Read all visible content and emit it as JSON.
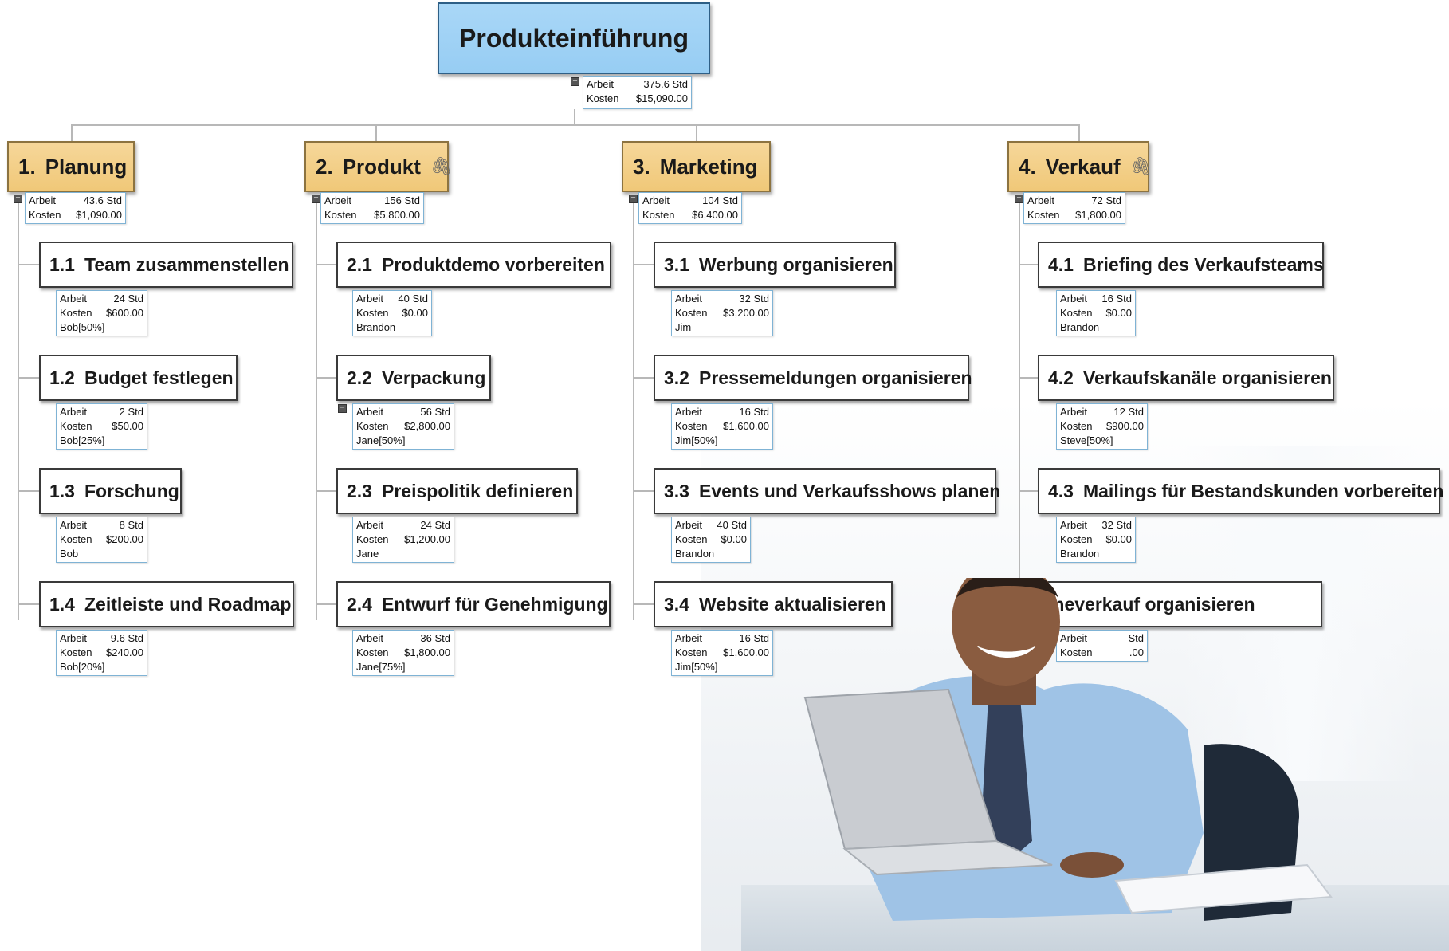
{
  "labels": {
    "work": "Arbeit",
    "cost": "Kosten"
  },
  "collapse_glyph": "−",
  "attachment_glyph": "🖇",
  "root": {
    "title": "Produkteinführung",
    "work": "375.6 Std",
    "cost": "$15,090.00"
  },
  "phases": [
    {
      "num": "1.",
      "title": "Planung",
      "attachment": false,
      "work": "43.6 Std",
      "cost": "$1,090.00",
      "tasks": [
        {
          "num": "1.1",
          "title": "Team zusammenstellen",
          "work": "24 Std",
          "cost": "$600.00",
          "resource": "Bob[50%]"
        },
        {
          "num": "1.2",
          "title": "Budget festlegen",
          "work": "2 Std",
          "cost": "$50.00",
          "resource": "Bob[25%]"
        },
        {
          "num": "1.3",
          "title": "Forschung",
          "work": "8 Std",
          "cost": "$200.00",
          "resource": "Bob"
        },
        {
          "num": "1.4",
          "title": "Zeitleiste und Roadmap",
          "work": "9.6 Std",
          "cost": "$240.00",
          "resource": "Bob[20%]"
        }
      ]
    },
    {
      "num": "2.",
      "title": "Produkt",
      "attachment": true,
      "work": "156 Std",
      "cost": "$5,800.00",
      "tasks": [
        {
          "num": "2.1",
          "title": "Produktdemo vorbereiten",
          "work": "40 Std",
          "cost": "$0.00",
          "resource": "Brandon"
        },
        {
          "num": "2.2",
          "title": "Verpackung",
          "work": "56 Std",
          "cost": "$2,800.00",
          "resource": "Jane[50%]",
          "collapsible": true
        },
        {
          "num": "2.3",
          "title": "Preispolitik definieren",
          "work": "24 Std",
          "cost": "$1,200.00",
          "resource": "Jane"
        },
        {
          "num": "2.4",
          "title": "Entwurf für Genehmigung",
          "work": "36 Std",
          "cost": "$1,800.00",
          "resource": "Jane[75%]"
        }
      ]
    },
    {
      "num": "3.",
      "title": "Marketing",
      "attachment": false,
      "work": "104 Std",
      "cost": "$6,400.00",
      "tasks": [
        {
          "num": "3.1",
          "title": "Werbung organisieren",
          "work": "32 Std",
          "cost": "$3,200.00",
          "resource": "Jim"
        },
        {
          "num": "3.2",
          "title": "Pressemeldungen organisieren",
          "work": "16 Std",
          "cost": "$1,600.00",
          "resource": "Jim[50%]"
        },
        {
          "num": "3.3",
          "title": "Events und Verkaufsshows planen",
          "work": "40 Std",
          "cost": "$0.00",
          "resource": "Brandon"
        },
        {
          "num": "3.4",
          "title": "Website aktualisieren",
          "work": "16 Std",
          "cost": "$1,600.00",
          "resource": "Jim[50%]"
        }
      ]
    },
    {
      "num": "4.",
      "title": "Verkauf",
      "attachment": true,
      "work": "72 Std",
      "cost": "$1,800.00",
      "tasks": [
        {
          "num": "4.1",
          "title": "Briefing des Verkaufsteams",
          "work": "16 Std",
          "cost": "$0.00",
          "resource": "Brandon"
        },
        {
          "num": "4.2",
          "title": "Verkaufskanäle organisieren",
          "work": "12 Std",
          "cost": "$900.00",
          "resource": "Steve[50%]"
        },
        {
          "num": "4.3",
          "title": "Mailings für Bestandskunden vorbereiten",
          "work": "32 Std",
          "cost": "$0.00",
          "resource": "Brandon"
        },
        {
          "num": "",
          "title": "ineverkauf organisieren",
          "work": "Std",
          "cost": ".00",
          "resource": ""
        }
      ]
    }
  ]
}
